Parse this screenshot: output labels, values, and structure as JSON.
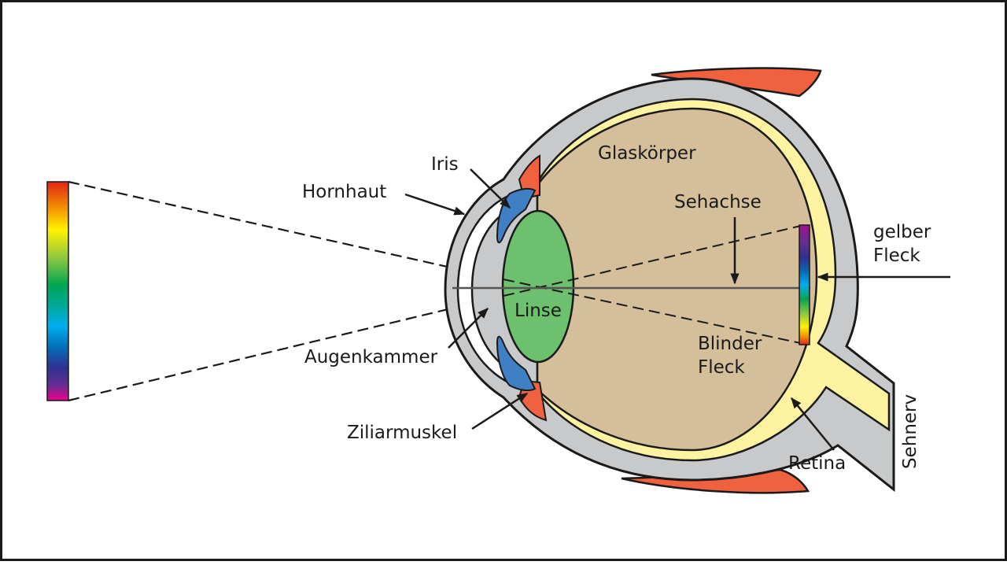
{
  "labels": {
    "glaskoerper": "Glaskörper",
    "iris": "Iris",
    "hornhaut": "Hornhaut",
    "sehachse": "Sehachse",
    "gelber": "gelber",
    "fleck": "Fleck",
    "linse": "Linse",
    "augenkammer": "Augenkammer",
    "blinder": "Blinder",
    "blinder_fleck": "Fleck",
    "ziliarmuskel": "Ziliarmuskel",
    "retina": "Retina",
    "sehnerv": "Sehnerv"
  },
  "colors": {
    "sclera": "#c8c9cb",
    "vitreous": "#d4bf9a",
    "retina": "#fdf3a0",
    "lens": "#6cc06e",
    "iris": "#3f7fc4",
    "muscle": "#f0623f",
    "outline": "#1a1a1a"
  },
  "spectrum": [
    "#e2231a",
    "#f39200",
    "#fff200",
    "#8dc63f",
    "#00a651",
    "#00a99d",
    "#00aeef",
    "#0072bc",
    "#2e3192",
    "#662d91",
    "#ec008c"
  ]
}
